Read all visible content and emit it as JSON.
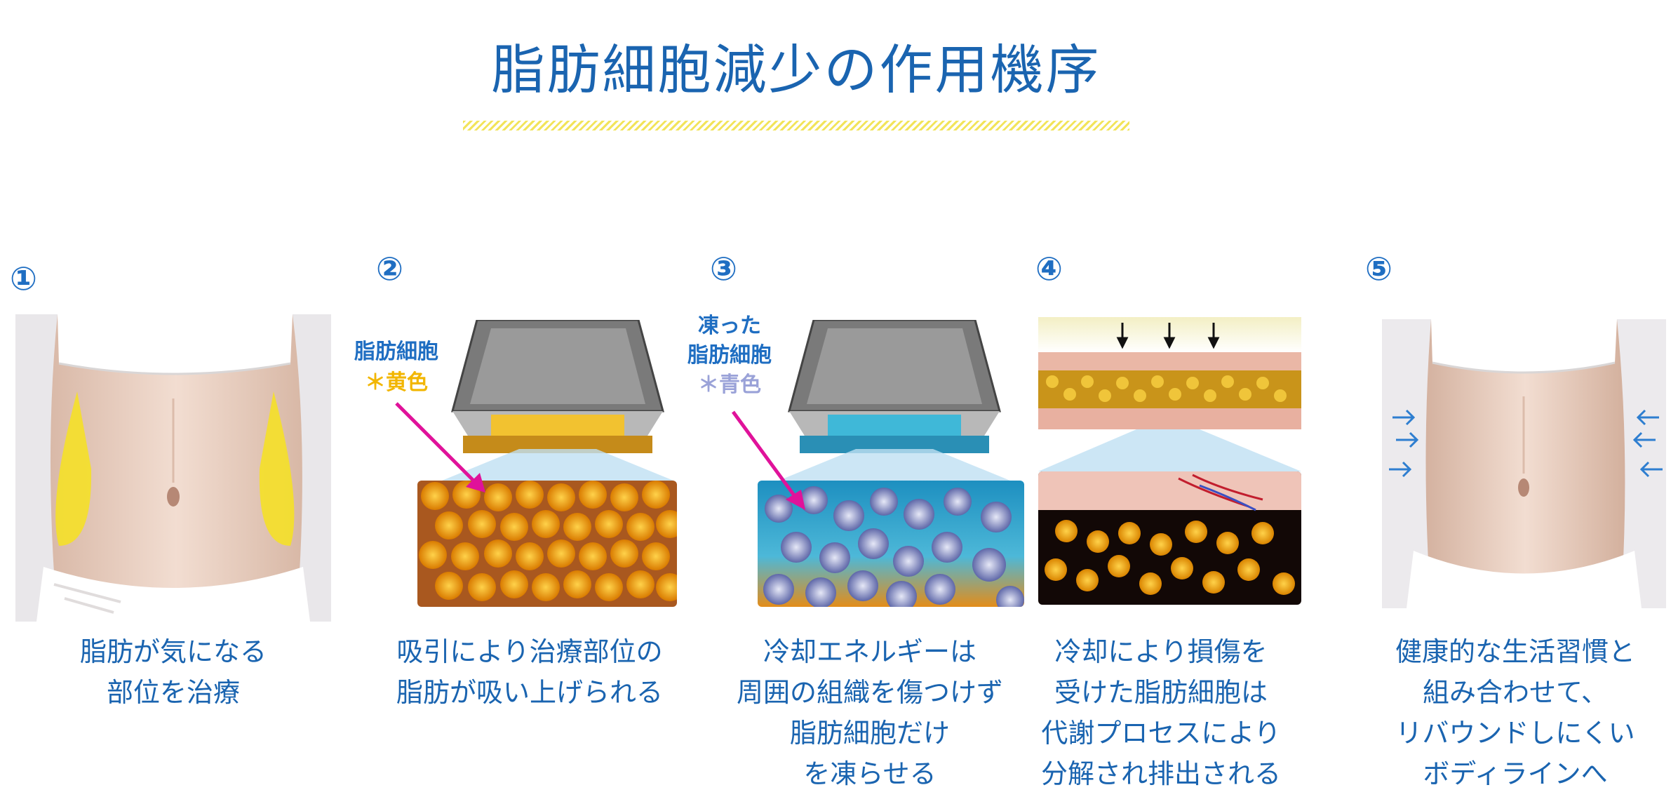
{
  "title": "脂肪細胞減少の作用機序",
  "colors": {
    "title": "#1a64b0",
    "accent_yellow": "#f2e45a",
    "fat_yellow": "#f2b600",
    "frozen_blue": "#9aa2d8",
    "arrow_magenta": "#e0129a"
  },
  "steps": [
    {
      "number": "①",
      "caption": [
        "脂肪が気になる",
        "部位を治療"
      ]
    },
    {
      "number": "②",
      "caption": [
        "吸引により治療部位の",
        "脂肪が吸い上げられる"
      ],
      "label_main": "脂肪細胞",
      "label_sub": "＊黄色"
    },
    {
      "number": "③",
      "caption": [
        "冷却エネルギーは",
        "周囲の組織を傷つけず",
        "脂肪細胞だけ",
        "を凍らせる"
      ],
      "label_main": [
        "凍った",
        "脂肪細胞"
      ],
      "label_sub": "＊青色"
    },
    {
      "number": "④",
      "caption": [
        "冷却により損傷を",
        "受けた脂肪細胞は",
        "代謝プロセスにより",
        "分解され排出される"
      ]
    },
    {
      "number": "⑤",
      "caption": [
        "健康的な生活習慣と",
        "組み合わせて、",
        "リバウンドしにくい",
        "ボディラインへ"
      ]
    }
  ]
}
